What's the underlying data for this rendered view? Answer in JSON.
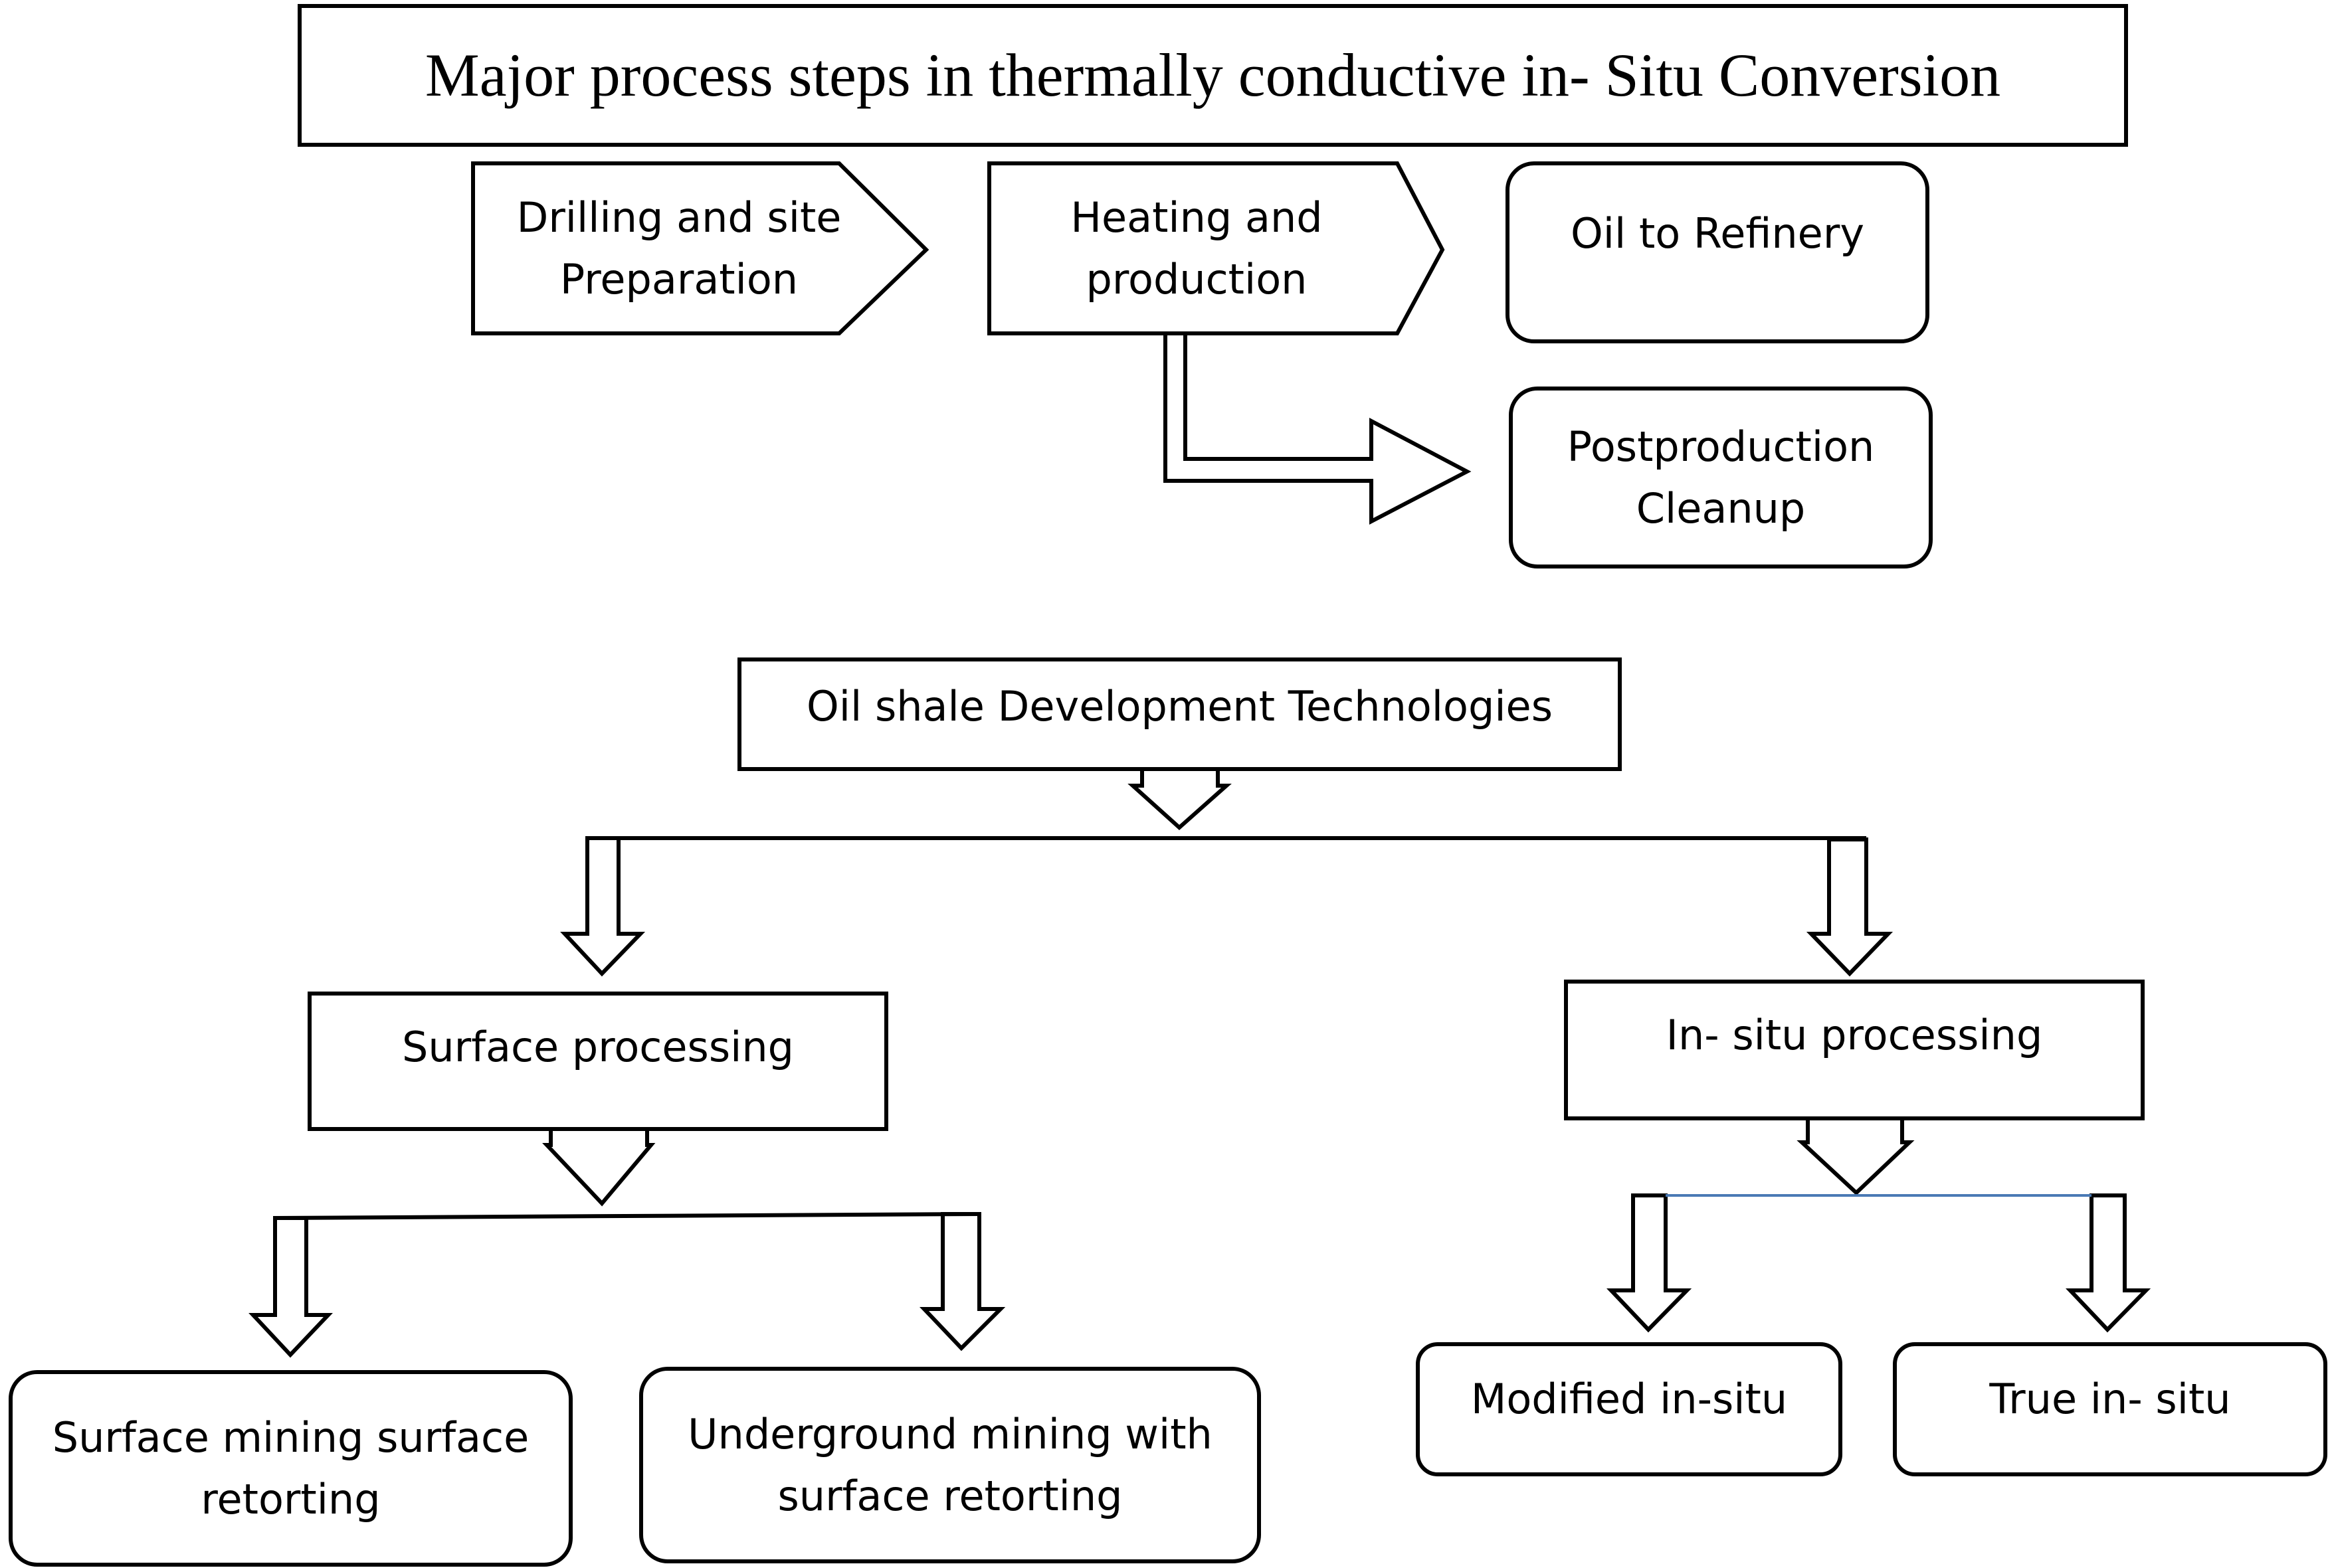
{
  "title": "Major process steps in thermally conductive in- Situ Conversion",
  "process_steps": {
    "drilling": [
      "Drilling and site",
      "Preparation"
    ],
    "heating": [
      "Heating and",
      "production"
    ],
    "oil_to_refinery": "Oil to Refinery",
    "postproduction": [
      "Postproduction",
      "Cleanup"
    ]
  },
  "technologies": {
    "root": "Oil shale Development Technologies",
    "surface": {
      "label": "Surface processing",
      "children": [
        [
          "Surface mining surface",
          "retorting"
        ],
        [
          "Underground mining with",
          "surface retorting"
        ]
      ]
    },
    "in_situ": {
      "label": "In- situ processing",
      "children": [
        "Modified in-situ",
        "True in- situ"
      ]
    }
  },
  "colors": {
    "stroke": "#000000",
    "connector_blue": "#4a7ab5",
    "background": "#ffffff"
  }
}
